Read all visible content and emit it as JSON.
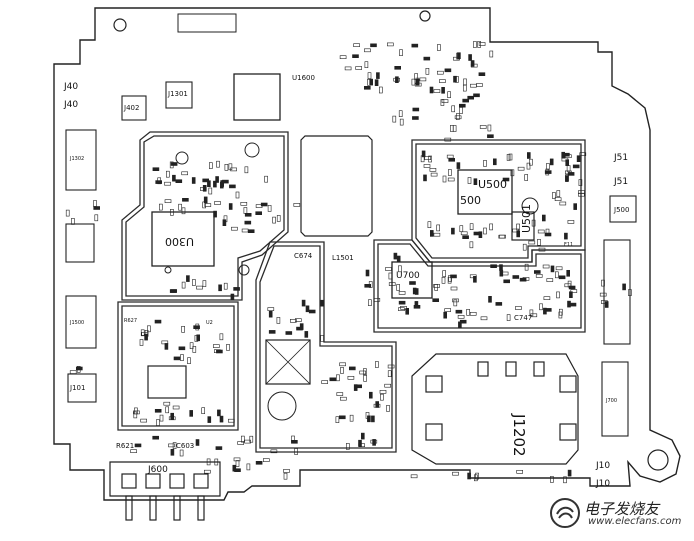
{
  "board": {
    "stroke_color": "#222222",
    "trace_color": "#2b2b2b",
    "background": "#ffffff"
  },
  "labels": {
    "j40a": "J40",
    "j40b": "J40",
    "j1301": "J1301",
    "j402": "J402",
    "u1600": "U1600",
    "j1302": "J1302",
    "u300": "U300",
    "u500": "U500",
    "n500": "500",
    "u501": "U501",
    "u700": "U700",
    "c674": "C674",
    "l1501": "L1501",
    "j51a": "J51",
    "j51b": "J51",
    "j500": "J500",
    "j1500": "J1500",
    "j101": "J101",
    "r621": "R621",
    "c603": "C603",
    "j600": "J600",
    "j1202": "J1202",
    "j10a": "J10",
    "j10b": "J10",
    "c747": "C747",
    "r627": "R627",
    "j700": "J700",
    "u2": "U2",
    "f11": "F11"
  },
  "watermark": {
    "text": "电子发烧友",
    "url": "www.elecfans.com"
  }
}
